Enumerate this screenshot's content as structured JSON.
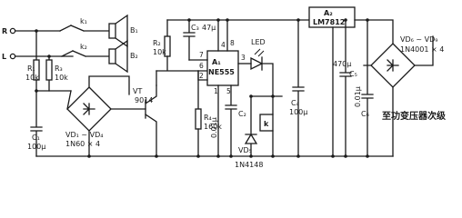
{
  "terminals": {
    "r": "R",
    "l": "L"
  },
  "switches": {
    "k1": "k₁",
    "k2": "k₂"
  },
  "speakers": {
    "b1": "B₁",
    "b2": "B₂"
  },
  "resistors": {
    "r1": "R₁",
    "r1_value": "10k",
    "r3": "R₃",
    "r3_value": "10k",
    "r2": "R₂",
    "r2_value": "10k",
    "r4": "R₄",
    "r4_value": "160k"
  },
  "capacitors": {
    "c1": "C₁",
    "c1_value": "100μ",
    "c3": "C₃",
    "c3_value": "47μ",
    "c2": "C₂",
    "c2_value": "0.01μ",
    "c4": "C₄",
    "c4_value": "100μ",
    "c5": "C₅",
    "c5_value": "0.01μ",
    "c6": "C₆",
    "c6_value": "470μ"
  },
  "transistor": {
    "name": "VT",
    "part": "9014"
  },
  "bridge_left": {
    "name": "VD₁ ~ VD₄",
    "part": "1N60 × 4"
  },
  "bridge_right": {
    "name": "VD₆ ~ VD₉",
    "part": "1N4001 × 4"
  },
  "ic_timer": {
    "name": "A₁",
    "part": "NE555",
    "pins": [
      "8",
      "7",
      "6",
      "2",
      "4",
      "5",
      "1",
      "3"
    ]
  },
  "ic_regulator": {
    "name": "A₂",
    "part": "LM7812"
  },
  "led": "LED",
  "relay": "k",
  "diode_vd5": {
    "name": "VD₅",
    "part": "1N4148"
  },
  "output_note": "至功变压器次级"
}
